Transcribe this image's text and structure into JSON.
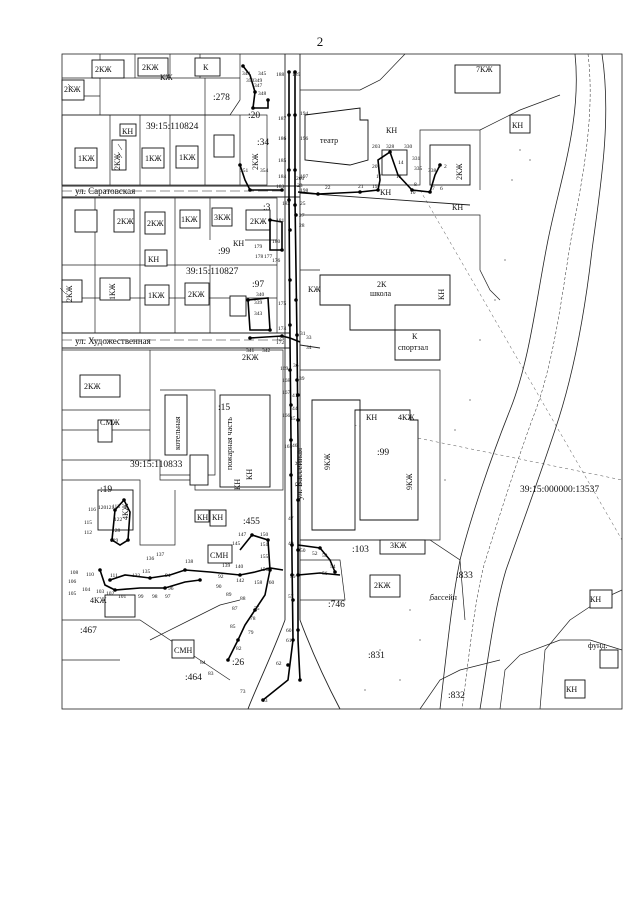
{
  "page_number": "2",
  "streets": {
    "saratovskaya": "ул. Саратовская",
    "khudozhestvennaya": "ул. Художественная",
    "basseynaya": "ул. Бассейная"
  },
  "cadastral": {
    "q110824": "39:15:110824",
    "q110827": "39:15:110827",
    "q110833": "39:15:110833",
    "q000000": "39:15:000000:13537"
  },
  "parcels": [
    ":278",
    ":20",
    ":34",
    ":3",
    ":99",
    ":97",
    ":15",
    ":19",
    ":455",
    ":103",
    ":833",
    ":746",
    ":467",
    ":831",
    ":464",
    ":26",
    ":832",
    ":99"
  ],
  "building_labels": {
    "theatre": "театр",
    "school_type": "2К",
    "school": "школа",
    "sport_type": "К",
    "sport": "спортзал",
    "boiler": "котельная",
    "fire": "пожарная часть",
    "pool": "бассейн",
    "fund": "фунд.",
    "kn": "КН",
    "k": "К",
    "kzh1": "1КЖ",
    "kzh2": "2КЖ",
    "kzh3": "3КЖ",
    "kzh4": "4КЖ",
    "kzh7": "7КЖ",
    "kzh9": "9КЖ",
    "smn": "СМН",
    "smzh": "СМЖ",
    "kzhv": "КЖ"
  },
  "point_numbers": [
    "1",
    "2",
    "6",
    "7",
    "8",
    "10",
    "12",
    "14",
    "17",
    "19",
    "21",
    "22",
    "23",
    "25",
    "27",
    "28",
    "31",
    "33",
    "34",
    "36",
    "39",
    "41",
    "44",
    "45",
    "46",
    "47",
    "49",
    "50",
    "52",
    "53",
    "54",
    "56",
    "57",
    "59",
    "60",
    "61",
    "62",
    "63",
    "73",
    "75",
    "78",
    "79",
    "82",
    "83",
    "84",
    "85",
    "87",
    "88",
    "89",
    "90",
    "92",
    "94",
    "96",
    "97",
    "98",
    "99",
    "101",
    "102",
    "103",
    "104",
    "105",
    "106",
    "108",
    "110",
    "111",
    "112",
    "113",
    "115",
    "116",
    "120",
    "121",
    "122",
    "128",
    "129",
    "133",
    "135",
    "136",
    "137",
    "138",
    "139",
    "140",
    "142",
    "145",
    "147",
    "150",
    "151",
    "155",
    "156",
    "158",
    "160",
    "165",
    "166",
    "167",
    "168",
    "169",
    "172",
    "173",
    "174",
    "175",
    "176",
    "177",
    "178",
    "179",
    "180",
    "181",
    "182",
    "183",
    "184",
    "185",
    "186",
    "187",
    "188",
    "189",
    "194",
    "196",
    "197",
    "198",
    "200",
    "201",
    "203",
    "328",
    "330",
    "331",
    "335",
    "338",
    "339",
    "340",
    "341",
    "342",
    "343",
    "344",
    "345",
    "347",
    "348",
    "349",
    "350",
    "351",
    "354"
  ]
}
